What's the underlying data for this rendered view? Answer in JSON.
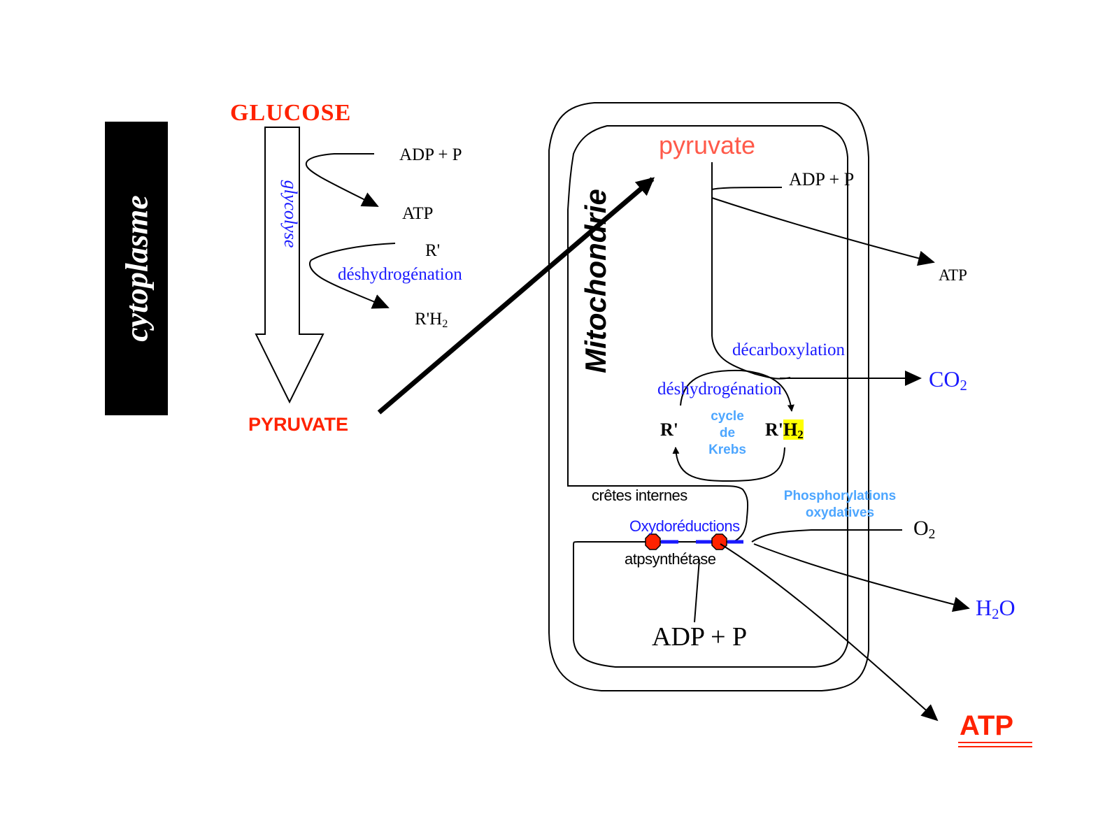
{
  "colors": {
    "title_red": "#ff2200",
    "process_blue": "#1a1aff",
    "annotation_lightblue": "#4da6ff",
    "pyruvate_salmon": "#ff5a4a",
    "highlight_yellow": "#ffff00",
    "synthase_red": "#ff2200"
  },
  "cytoplasm": {
    "label": "cytoplasme",
    "glucose": "GLUCOSE",
    "pyruvate": "PYRUVATE",
    "glycolysis": "glycolyse",
    "adp_p": "ADP + P",
    "atp": "ATP",
    "r_prime": "R'",
    "dehydrogenation": "déshydrogénation",
    "rh2_base": "R'H",
    "rh2_sub": "2"
  },
  "mitochondria": {
    "label": "Mitochondrie",
    "pyruvate": "pyruvate",
    "adp_p_top": "ADP + P",
    "atp_top": "ATP",
    "decarboxylation": "décarboxylation",
    "co2_base": "CO",
    "co2_sub": "2",
    "dehydrogenation": "déshydrogénation",
    "krebs_r_prime": "R'",
    "krebs_rh2_r": "R'",
    "krebs_rh2_h": "H",
    "krebs_rh2_sub": "2",
    "krebs_cycle_lines": [
      "cycle",
      "de",
      "Krebs"
    ],
    "cristae": "crêtes internes",
    "oxphos_lines": [
      "Phosphorylations",
      "oxydatives"
    ],
    "redox": "Oxydoréductions",
    "o2_base": "O",
    "o2_sub": "2",
    "synthase": "atpsynthétase",
    "h2o_h": "H",
    "h2o_sub": "2",
    "h2o_o": "O",
    "adp_p_bottom": "ADP + P",
    "atp_final": "ATP"
  }
}
